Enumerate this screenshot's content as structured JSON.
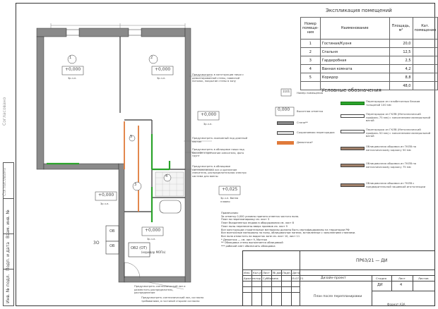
{
  "schedule": {
    "title": "Экспликация помещений",
    "headers": {
      "num": "Номер помеще-ния",
      "name": "Наименование",
      "area": "Площадь, м²",
      "cat": "Кат. помещения"
    },
    "rows": [
      {
        "num": "1",
        "name": "Гостиная/Кухня",
        "area": "20,0"
      },
      {
        "num": "2",
        "name": "Спальня",
        "area": "12,5"
      },
      {
        "num": "3",
        "name": "Гардеробная",
        "area": "2,5"
      },
      {
        "num": "4",
        "name": "Ванная комната",
        "area": "4,2"
      },
      {
        "num": "5",
        "name": "Коридор",
        "area": "8,8"
      }
    ],
    "total": "48,0"
  },
  "legend": {
    "title": "Условные обозначения",
    "items": [
      {
        "symbol": "1101",
        "label": "Номер помещения",
        "color": "",
        "desc": "Перегородка из газобетонных блоков толщиной 100 мм"
      },
      {
        "symbol": "0,000",
        "label": "Высотная отметка",
        "color": "",
        "desc": ""
      },
      {
        "symbol": "",
        "label": "Стена**",
        "color": "#8a8a8a",
        "desc": "Перегородка из ГКЛВ (Металлический профиль 75 мм) с заполнением минеральной ватой"
      },
      {
        "symbol": "",
        "label": "Сохраняемая перегородка",
        "color": "#e0e0e0",
        "desc": "Перегородка из ГКЛВ (Металлический профиль 50 мм) с заполнением минеральной ватой"
      },
      {
        "symbol": "",
        "label": "Демонтаж*",
        "color": "#e07a3a",
        "desc": "Облицовочная обшивка из ГКЛВ по металлическому каркасу 50 мм"
      },
      {
        "symbol": "",
        "label": "",
        "color": "",
        "desc": "Облицовочная обшивка из ГКЛВ по металлическому каркасу 75 мм"
      },
      {
        "symbol": "",
        "label": "",
        "color": "",
        "desc": "Облицовочная обшивка из ГКЛВ с предварительной зашивкой инсталляции"
      }
    ]
  },
  "plan": {
    "rooms": [
      {
        "num": "1",
        "level": "+0,000",
        "floor": "3р.ч.п."
      },
      {
        "num": "2",
        "level": "+0,000",
        "floor": "3р.ч.п."
      },
      {
        "num": "3",
        "level": "+0,000",
        "floor": "3р.ч.п."
      },
      {
        "num": "4",
        "level": "+0,025",
        "floor": "3р.ч.п. Ванна плавно"
      },
      {
        "num": "5",
        "level": "+0,000",
        "floor": "3р.ч.п."
      }
    ],
    "corridor_label": "(коридор МОПа)",
    "corridor_level": "+0,000",
    "corridor_floor": "3р.ч.п.",
    "shafts": [
      "ОВ",
      "ОВ",
      "ОВ2 (ОТ)"
    ],
    "axis_label": "3О",
    "annotations": [
      "Предусмотреть в конструкции ниши с демонтированной стены, навесной потолок, покрытие стены в зону",
      "Предусмотреть экономный под длинный настил",
      "Предусмотреть в облицовке ниши под бассейн и крепление смесителя, фото грунт",
      "Предусмотреть в облицовке сантехнический лаз и крепление смесителя, распределительная электро система для ванны",
      "Предусмотреть сантехнический лаз и разместить распределитель, распределение",
      "Предусмотреть сантехнический лаз, согласно требованиям, в гостиной стороне согласно"
    ]
  },
  "notes": {
    "title": "Примечания:",
    "items": [
      "За отметку 0,000 условно принята отметка чистого пола.",
      "План на перепланировку см. лист 3",
      "План бъединенных ендова в оборудования см. лист 8",
      "План полы перенесены вверх проемов см. лист 9",
      "Все конструкции строительные материалы должны быть сертифицированы на территории РФ",
      "Все монтажные материалы на полы, облицовочные панели, вставленные с заполнением ставнями.",
      "Все пола отмостить на водосток зоне см. лист 10, лист 11",
      "* Демонтаж — см. лист 9, Монтаж",
      "** Облицовка стены выполняется облицовкой",
      "*** рабочий смет обозначить облицовка"
    ]
  },
  "titleblock": {
    "code": "ПР63/21 — ДИ",
    "cols": [
      "Изм.",
      "Кол.уч",
      "Лист",
      "№ док.",
      "Подп.",
      "Дата"
    ],
    "role": "Архитектор",
    "person": "Субботина",
    "date": "05.07.21",
    "project": "Дизайн-проект",
    "stage_label": "Стадия",
    "sheet_label": "Лист",
    "sheets_label": "Листов",
    "stage": "ДИ",
    "sheet": "4",
    "drawing": "План после перепланировки"
  },
  "side": {
    "labels": [
      "Согласовано",
      "Согласовано",
      "Взам. инв. №",
      "Подп. и дата",
      "Инв. № подл."
    ]
  },
  "format": "Формат А3А"
}
